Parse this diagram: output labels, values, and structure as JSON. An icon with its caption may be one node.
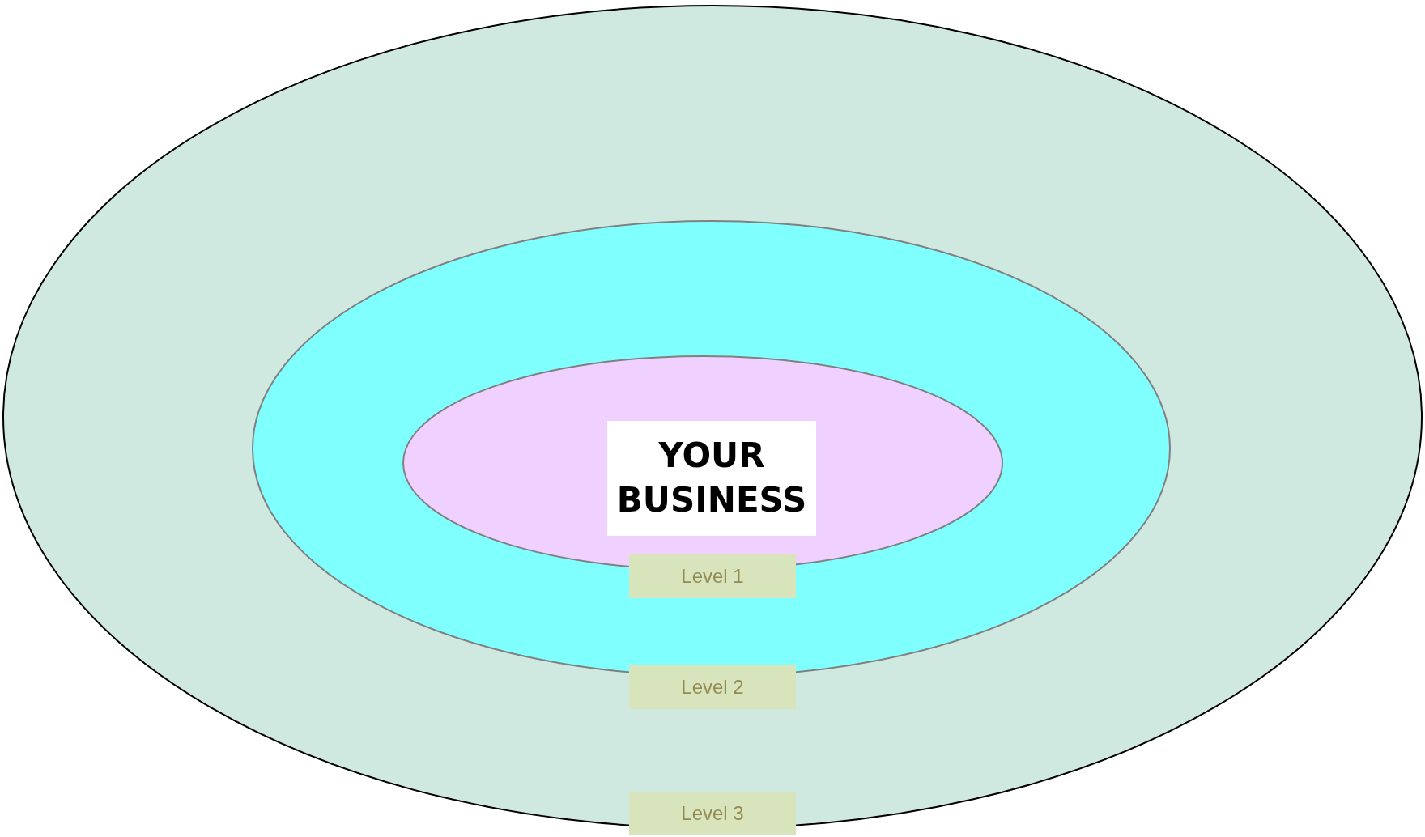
{
  "diagram": {
    "nodes": [
      {
        "text": [],
        "shape": "ellipse"
      },
      {
        "text": [],
        "shape": "ellipse",
        "in": 0
      },
      {
        "text": [],
        "shape": "ellipse",
        "in": 1
      },
      {
        "text": [
          "YOUR BUSINESS"
        ],
        "in": 2
      },
      {
        "text": [
          "Level 1"
        ],
        "in": 1
      },
      {
        "text": [
          "Level 2"
        ],
        "in": 0
      },
      {
        "text": [
          "Level 3"
        ]
      }
    ]
  }
}
